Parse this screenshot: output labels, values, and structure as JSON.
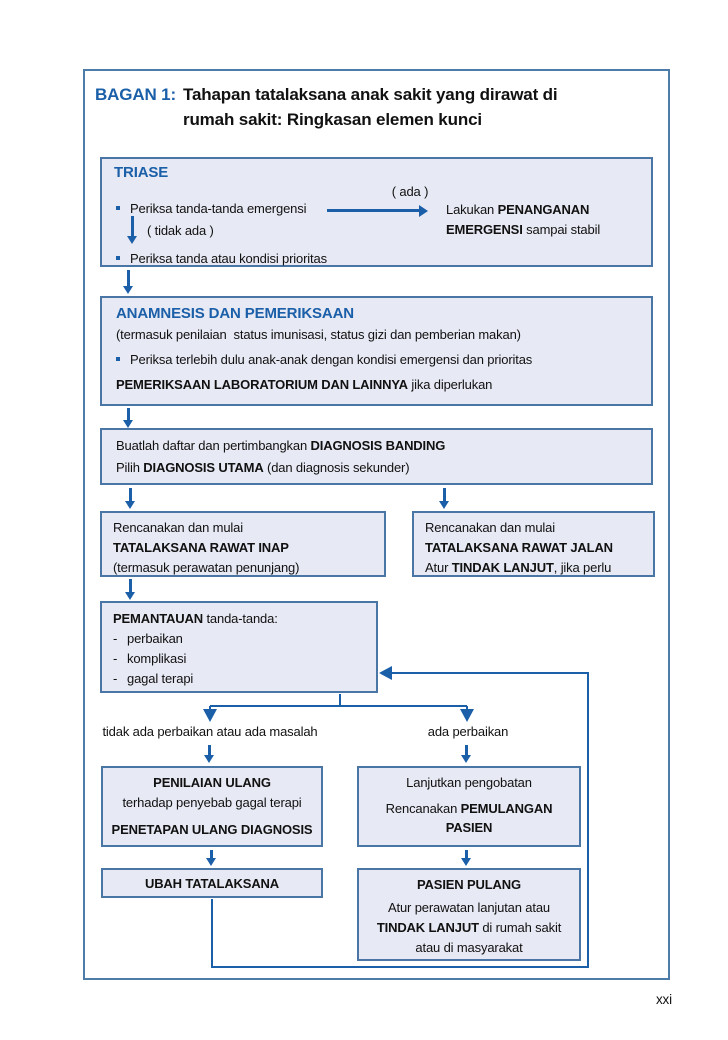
{
  "page": {
    "number": "xxi"
  },
  "colors": {
    "accent_blue": "#1a5fa8",
    "box_fill": "#e7e9f4",
    "box_border": "#4a76a5",
    "frame_border": "#4d7ca8"
  },
  "title": {
    "prefix": "BAGAN 1:",
    "line1": "Tahapan tatalaksana anak sakit yang dirawat di",
    "line2": "rumah sakit: Ringkasan elemen kunci"
  },
  "triase": {
    "heading": "TRIASE",
    "bullet1": "Periksa tanda-tanda emergensi",
    "ada_label": "( ada )",
    "emergency_action": [
      {
        "t": "Lakukan ",
        "b": false
      },
      {
        "t": "PENANGANAN EMERGENSI",
        "b": true
      },
      {
        "t": " sampai stabil",
        "b": false
      }
    ],
    "tidak_ada_label": "( tidak ada )",
    "bullet2": "Periksa tanda atau kondisi prioritas"
  },
  "anamnesis": {
    "heading": "ANAMNESIS DAN PEMERIKSAAN",
    "subtitle": "(termasuk penilaian  status imunisasi, status gizi dan pemberian makan)",
    "bullet1": "Periksa terlebih dulu anak-anak dengan kondisi emergensi dan prioritas",
    "lab_line": [
      {
        "t": "PEMERIKSAAN LABORATORIUM DAN LAINNYA",
        "b": true
      },
      {
        "t": " jika diperlukan",
        "b": false
      }
    ]
  },
  "diagnosis": {
    "line1": [
      {
        "t": "Buatlah daftar dan pertimbangkan ",
        "b": false
      },
      {
        "t": "DIAGNOSIS BANDING",
        "b": true
      }
    ],
    "line2": [
      {
        "t": "Pilih ",
        "b": false
      },
      {
        "t": "DIAGNOSIS UTAMA",
        "b": true
      },
      {
        "t": " (dan diagnosis sekunder)",
        "b": false
      }
    ]
  },
  "rawat_inap": {
    "lines": [
      [
        {
          "t": "Rencanakan dan mulai",
          "b": false
        }
      ],
      [
        {
          "t": "TATALAKSANA RAWAT INAP",
          "b": true
        }
      ],
      [
        {
          "t": "(termasuk perawatan penunjang)",
          "b": false
        }
      ]
    ]
  },
  "rawat_jalan": {
    "lines": [
      [
        {
          "t": "Rencanakan dan mulai",
          "b": false
        }
      ],
      [
        {
          "t": "TATALAKSANA RAWAT JALAN",
          "b": true
        }
      ],
      [
        {
          "t": "Atur ",
          "b": false
        },
        {
          "t": "TINDAK LANJUT",
          "b": true
        },
        {
          "t": ", jika perlu",
          "b": false
        }
      ]
    ]
  },
  "pemantauan": {
    "heading_line": [
      {
        "t": "PEMANTAUAN",
        "b": true
      },
      {
        "t": " tanda-tanda:",
        "b": false
      }
    ],
    "dash": "-",
    "items": [
      "perbaikan",
      "komplikasi",
      "gagal terapi"
    ]
  },
  "branches": {
    "left_label": "tidak ada perbaikan atau ada masalah",
    "right_label": "ada perbaikan"
  },
  "penilaian": {
    "lines": [
      [
        {
          "t": "PENILAIAN ULANG",
          "b": true
        }
      ],
      [
        {
          "t": "terhadap penyebab gagal terapi",
          "b": false
        }
      ],
      [
        {
          "t": "PENETAPAN ULANG DIAGNOSIS",
          "b": true
        }
      ]
    ]
  },
  "lanjutkan_pengobatan": {
    "lines": [
      [
        {
          "t": "Lanjutkan pengobatan",
          "b": false
        }
      ],
      [
        {
          "t": "Rencanakan ",
          "b": false
        },
        {
          "t": "PEMULANGAN",
          "b": true
        }
      ],
      [
        {
          "t": "PASIEN",
          "b": true
        }
      ]
    ]
  },
  "ubah_tatalaksana": {
    "label": "UBAH TATALAKSANA"
  },
  "pasien_pulang": {
    "lines": [
      [
        {
          "t": "PASIEN PULANG",
          "b": true
        }
      ],
      [
        {
          "t": "Atur perawatan lanjutan atau",
          "b": false
        }
      ],
      [
        {
          "t": "TINDAK LANJUT",
          "b": true
        },
        {
          "t": " di rumah sakit",
          "b": false
        }
      ],
      [
        {
          "t": "atau di masyarakat",
          "b": false
        }
      ]
    ]
  }
}
